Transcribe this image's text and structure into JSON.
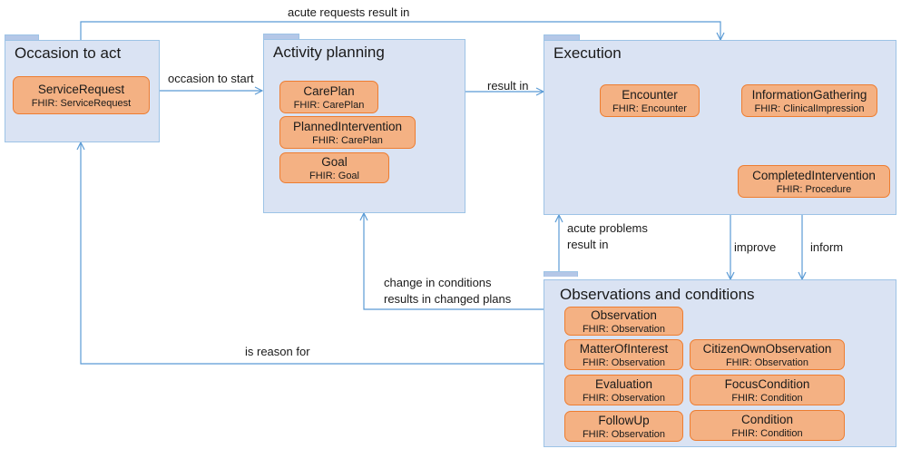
{
  "packages": {
    "occasion": {
      "title": "Occasion to act"
    },
    "planning": {
      "title": "Activity planning"
    },
    "execution": {
      "title": "Execution"
    },
    "observations": {
      "title": "Observations and conditions"
    }
  },
  "classes": {
    "service_request": {
      "name": "ServiceRequest",
      "fhir": "FHIR: ServiceRequest"
    },
    "careplan": {
      "name": "CarePlan",
      "fhir": "FHIR: CarePlan"
    },
    "planned_intervention": {
      "name": "PlannedIntervention",
      "fhir": "FHIR: CarePlan"
    },
    "goal": {
      "name": "Goal",
      "fhir": "FHIR: Goal"
    },
    "encounter": {
      "name": "Encounter",
      "fhir": "FHIR: Encounter"
    },
    "information_gathering": {
      "name": "InformationGathering",
      "fhir": "FHIR: ClinicalImpression"
    },
    "completed_intervention": {
      "name": "CompletedIntervention",
      "fhir": "FHIR: Procedure"
    },
    "observation": {
      "name": "Observation",
      "fhir": "FHIR: Observation"
    },
    "matter_of_interest": {
      "name": "MatterOfInterest",
      "fhir": "FHIR: Observation"
    },
    "citizen_own_observation": {
      "name": "CitizenOwnObservation",
      "fhir": "FHIR: Observation"
    },
    "evaluation": {
      "name": "Evaluation",
      "fhir": "FHIR: Observation"
    },
    "focus_condition": {
      "name": "FocusCondition",
      "fhir": "FHIR: Condition"
    },
    "follow_up": {
      "name": "FollowUp",
      "fhir": "FHIR: Observation"
    },
    "condition": {
      "name": "Condition",
      "fhir": "FHIR: Condition"
    }
  },
  "edges": {
    "acute_requests": "acute requests result in",
    "occasion_to_start": "occasion to start",
    "result_in": "result in",
    "acute_problems_1": "acute problems",
    "acute_problems_2": "result in",
    "improve": "improve",
    "inform": "inform",
    "change_conditions_1": "change in conditions",
    "change_conditions_2": "results in changed plans",
    "is_reason_for": "is reason for"
  },
  "colors": {
    "package_fill": "#dae3f3",
    "package_border": "#9dc3e6",
    "class_fill": "#f4b183",
    "class_border": "#ed7d31",
    "connector": "#5b9bd5"
  }
}
